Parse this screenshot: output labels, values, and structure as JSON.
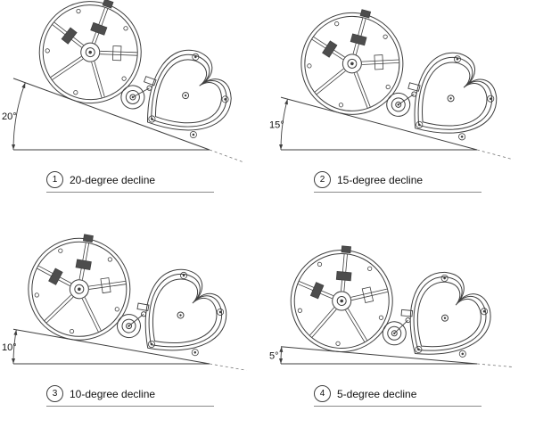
{
  "colors": {
    "line": "#3f3f3f",
    "text": "#111111",
    "background": "#ffffff"
  },
  "panels": [
    {
      "number": "1",
      "angle_label": "20°",
      "angle_deg": 20,
      "caption": "20-degree decline"
    },
    {
      "number": "2",
      "angle_label": "15°",
      "angle_deg": 15,
      "caption": "15-degree decline"
    },
    {
      "number": "3",
      "angle_label": "10°",
      "angle_deg": 10,
      "caption": "10-degree decline"
    },
    {
      "number": "4",
      "angle_label": "5°",
      "angle_deg": 5,
      "caption": "5-degree decline"
    }
  ]
}
